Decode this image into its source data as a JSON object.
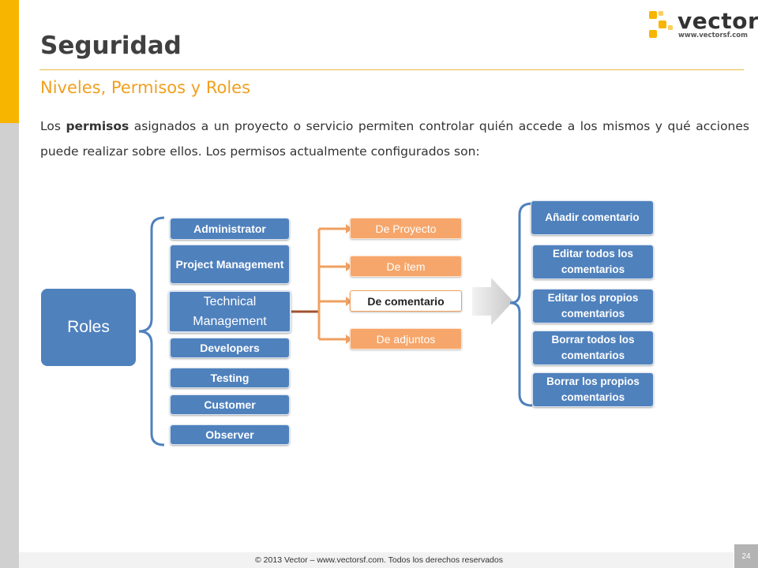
{
  "header": {
    "title": "Seguridad",
    "subtitle": "Niveles, Permisos y Roles",
    "paragraph_pre": "Los ",
    "paragraph_bold": "permisos",
    "paragraph_post": " asignados a un proyecto o servicio permiten controlar quién accede a los mismos y qué acciones puede realizar sobre ellos. Los permisos actualmente configurados son:"
  },
  "logo": {
    "name": "vector",
    "url": "www.vectorsf.com"
  },
  "diagram": {
    "root": "Roles",
    "roles": [
      "Administrator",
      "Project Management",
      "Technical Management",
      "Developers",
      "Testing",
      "Customer",
      "Observer"
    ],
    "permission_types": [
      "De Proyecto",
      "De ítem",
      "De comentario",
      "De adjuntos"
    ],
    "actions": [
      "Añadir comentario",
      "Editar todos los comentarios",
      "Editar los propios comentarios",
      "Borrar todos los comentarios",
      "Borrar los propios comentarios"
    ]
  },
  "footer": {
    "copyright": "© 2013 Vector – www.vectorsf.com. Todos los derechos reservados",
    "page": "24"
  },
  "colors": {
    "accent": "#f7b500",
    "blue": "#4f81bd",
    "orange": "#f6a66a",
    "title_gray": "#404040"
  }
}
